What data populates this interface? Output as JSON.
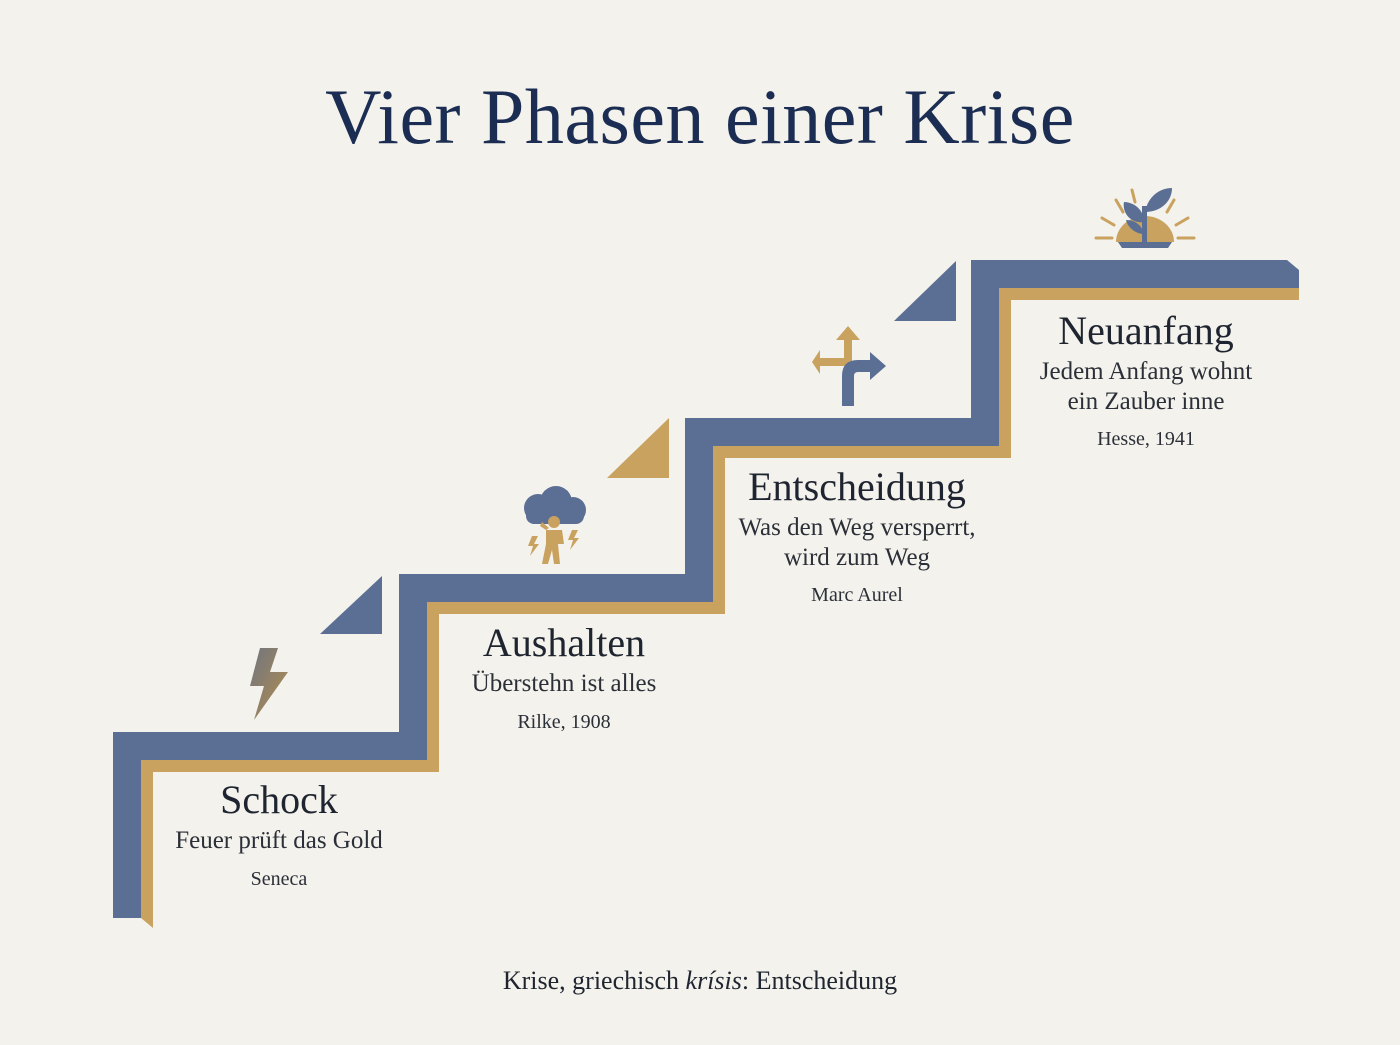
{
  "title": "Vier Phasen einer Krise",
  "colors": {
    "blue": "#5b6f95",
    "gold": "#c9a260",
    "navy": "#1b2d52",
    "background": "#f4f2ec"
  },
  "phases": [
    {
      "name": "Schock",
      "quote": [
        "Feuer prüft das Gold"
      ],
      "author": "Seneca",
      "icon": "lightning-icon"
    },
    {
      "name": "Aushalten",
      "quote": [
        "Überstehn ist alles"
      ],
      "author": "Rilke, 1908",
      "icon": "person-in-storm-icon"
    },
    {
      "name": "Entscheidung",
      "quote": [
        "Was den Weg versperrt,",
        "wird zum Weg"
      ],
      "author": "Marc Aurel",
      "icon": "fork-arrows-icon"
    },
    {
      "name": "Neuanfang",
      "quote": [
        "Jedem Anfang wohnt",
        "ein Zauber inne"
      ],
      "author": "Hesse, 1941",
      "icon": "sprout-sunrise-icon"
    }
  ],
  "footer": {
    "prefix": "Krise, griechisch ",
    "term": "krísis",
    "suffix": ": Entscheidung"
  }
}
